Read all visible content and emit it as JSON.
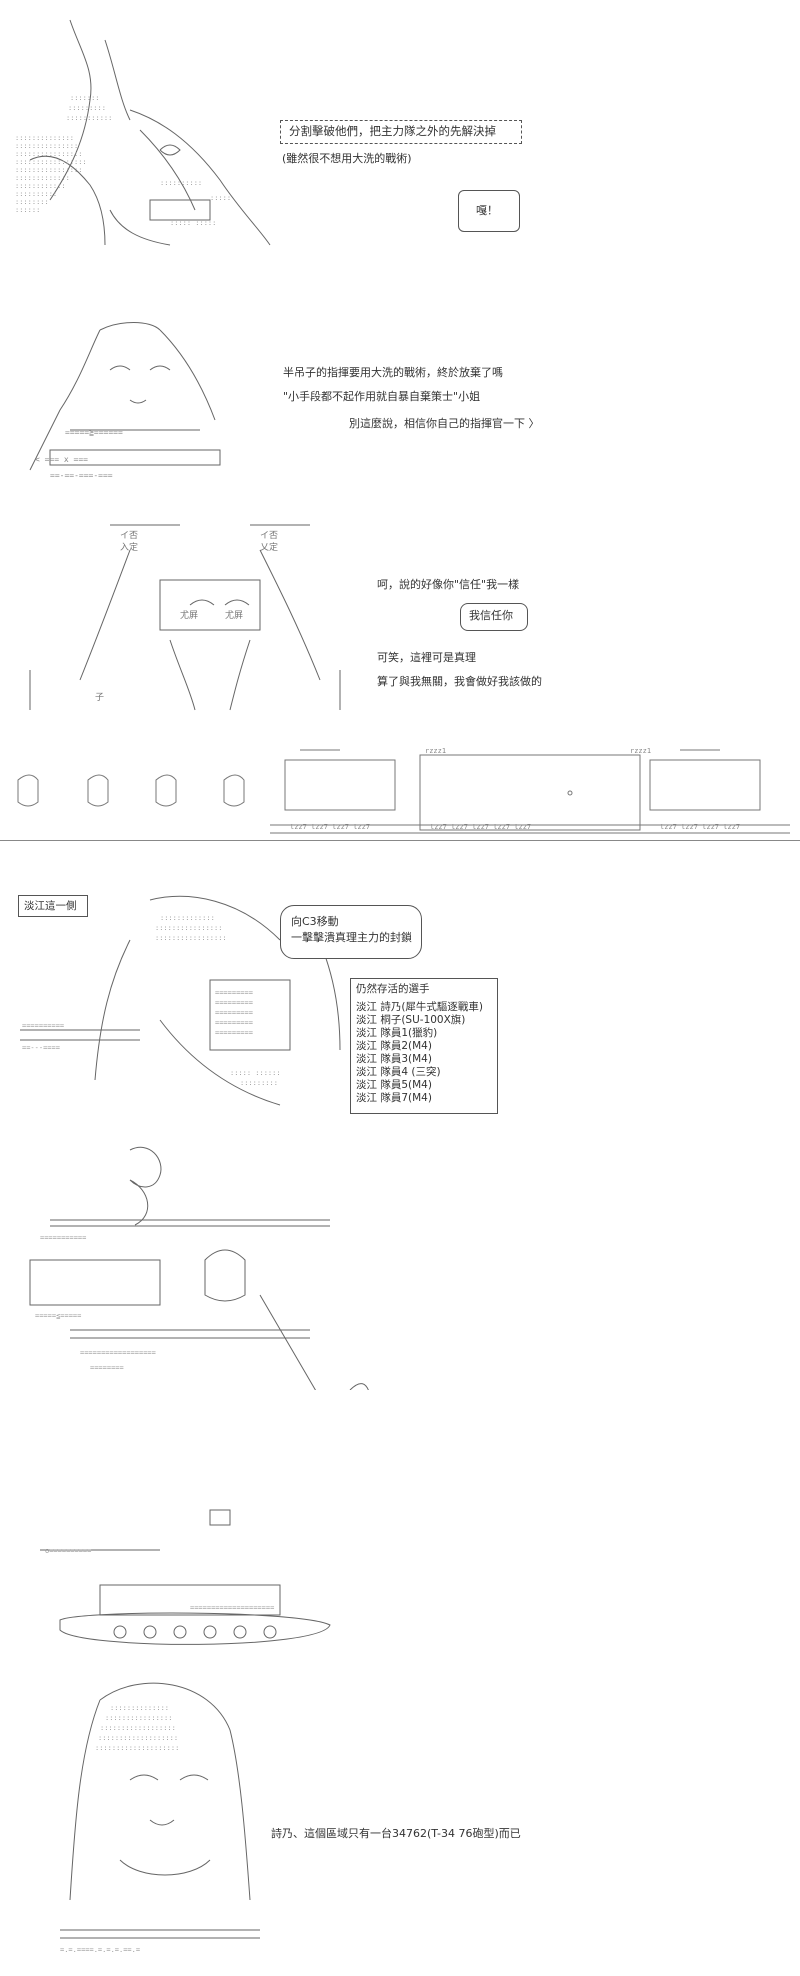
{
  "panel1": {
    "shout": "分割擊破他們，把主力隊之外的先解決掉",
    "sub": "(雖然很不想用大洗的戰術)",
    "reply": "嘎！"
  },
  "panel2": {
    "line1": "半吊子的指揮要用大洗的戰術，終於放棄了嗎",
    "line2": "\"小手段都不起作用就自暴自棄策士\"小姐",
    "line3": "別這麼說，相信你自己的指揮官一下 〉"
  },
  "panel3": {
    "line1": "呵，說的好像你\"信任\"我一樣",
    "bubble": "我信任你",
    "line2": "可笑，這裡可是真理",
    "line3": "算了與我無關，我會做好我該做的"
  },
  "panel5": {
    "label": "淡江這一側",
    "speech_line1": "向C3移動",
    "speech_line2": "一擊擊潰真理主力的封鎖",
    "box_title": "仍然存活的選手",
    "box_items": [
      "淡江 詩乃(犀牛式驅逐戰車)",
      "淡江 桐子(SU-100X旗)",
      "淡江 隊員1(獵豹)",
      "淡江 隊員2(M4)",
      "淡江 隊員3(M4)",
      "淡江 隊員4 (三突)",
      "淡江 隊員5(M4)",
      "淡江 隊員7(M4)"
    ]
  },
  "panel8": {
    "line1": "詩乃、這個區域只有一台34762(T-34 76砲型)而已"
  }
}
